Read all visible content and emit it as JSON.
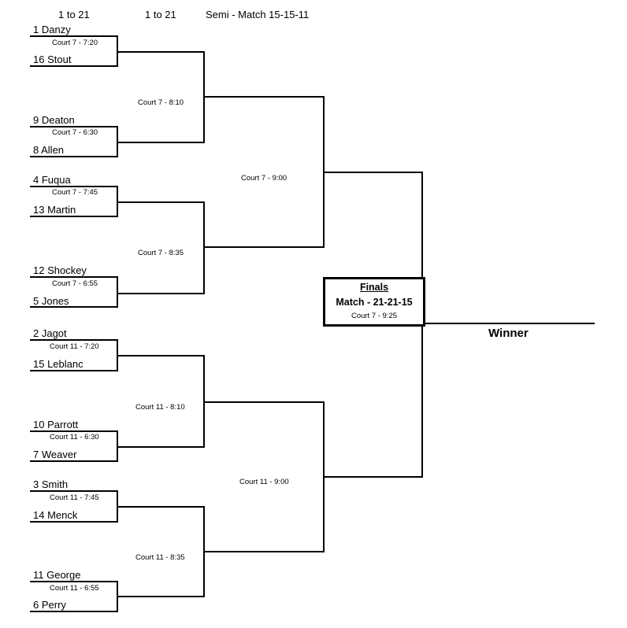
{
  "headers": [
    "1 to 21",
    "1 to 21",
    "Semi - Match 15-15-11"
  ],
  "first_round": [
    {
      "top": "1  Danzy",
      "court": "Court 7 - 7:20",
      "bottom": "16 Stout"
    },
    {
      "top": "9 Deaton",
      "court": "Court 7 - 6:30",
      "bottom": "8  Allen"
    },
    {
      "top": "4  Fuqua",
      "court": "Court 7 - 7:45",
      "bottom": "13 Martin"
    },
    {
      "top": "12 Shockey",
      "court": "Court 7 - 6:55",
      "bottom": "5  Jones"
    },
    {
      "top": "2  Jagot",
      "court": "Court 11 - 7:20",
      "bottom": "15  Leblanc"
    },
    {
      "top": "10  Parrott",
      "court": "Court 11 - 6:30",
      "bottom": "7   Weaver"
    },
    {
      "top": "3 Smith",
      "court": "Court 11 - 7:45",
      "bottom": "14  Menck"
    },
    {
      "top": "11  George",
      "court": "Court 11 - 6:55",
      "bottom": "6   Perry"
    }
  ],
  "second_round": [
    "Court 7 - 8:10",
    "Court 7 - 8:35",
    "Court 11 - 8:10",
    "Court 11 - 8:35"
  ],
  "semifinals": [
    "Court 7 - 9:00",
    "Court 11 - 9:00"
  ],
  "finals": {
    "title": "Finals",
    "match": "Match - 21-21-15",
    "court": "Court 7 - 9:25"
  },
  "winner": "Winner"
}
